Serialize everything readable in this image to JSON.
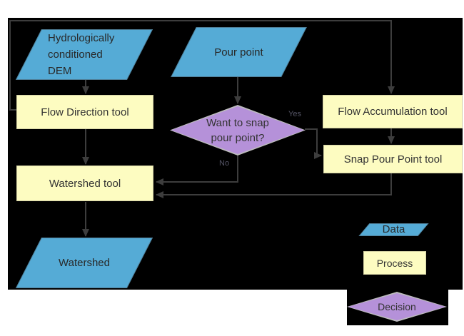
{
  "flowchart": {
    "nodes": {
      "dem": {
        "label": "Hydrologically\nconditioned\nDEM",
        "type": "data"
      },
      "pour_point": {
        "label": "Pour point",
        "type": "data"
      },
      "flow_direction": {
        "label": "Flow Direction tool",
        "type": "process"
      },
      "flow_accumulation": {
        "label": "Flow Accumulation tool",
        "type": "process"
      },
      "snap_pour_point": {
        "label": "Snap Pour Point tool",
        "type": "process"
      },
      "decision": {
        "label": "Want to snap\npour point?",
        "type": "decision"
      },
      "watershed_tool": {
        "label": "Watershed tool",
        "type": "process"
      },
      "watershed": {
        "label": "Watershed",
        "type": "data"
      }
    },
    "edge_labels": {
      "yes": "Yes",
      "no": "No"
    },
    "legend": {
      "data_label": "Data",
      "process_label": "Process",
      "decision_label": "Decision"
    },
    "colors": {
      "data_fill": "#55abd6",
      "process_fill": "#fdfcc1",
      "decision_fill": "#b591d9",
      "connector": "#3d3d3d",
      "canvas_background": "#000000"
    }
  }
}
